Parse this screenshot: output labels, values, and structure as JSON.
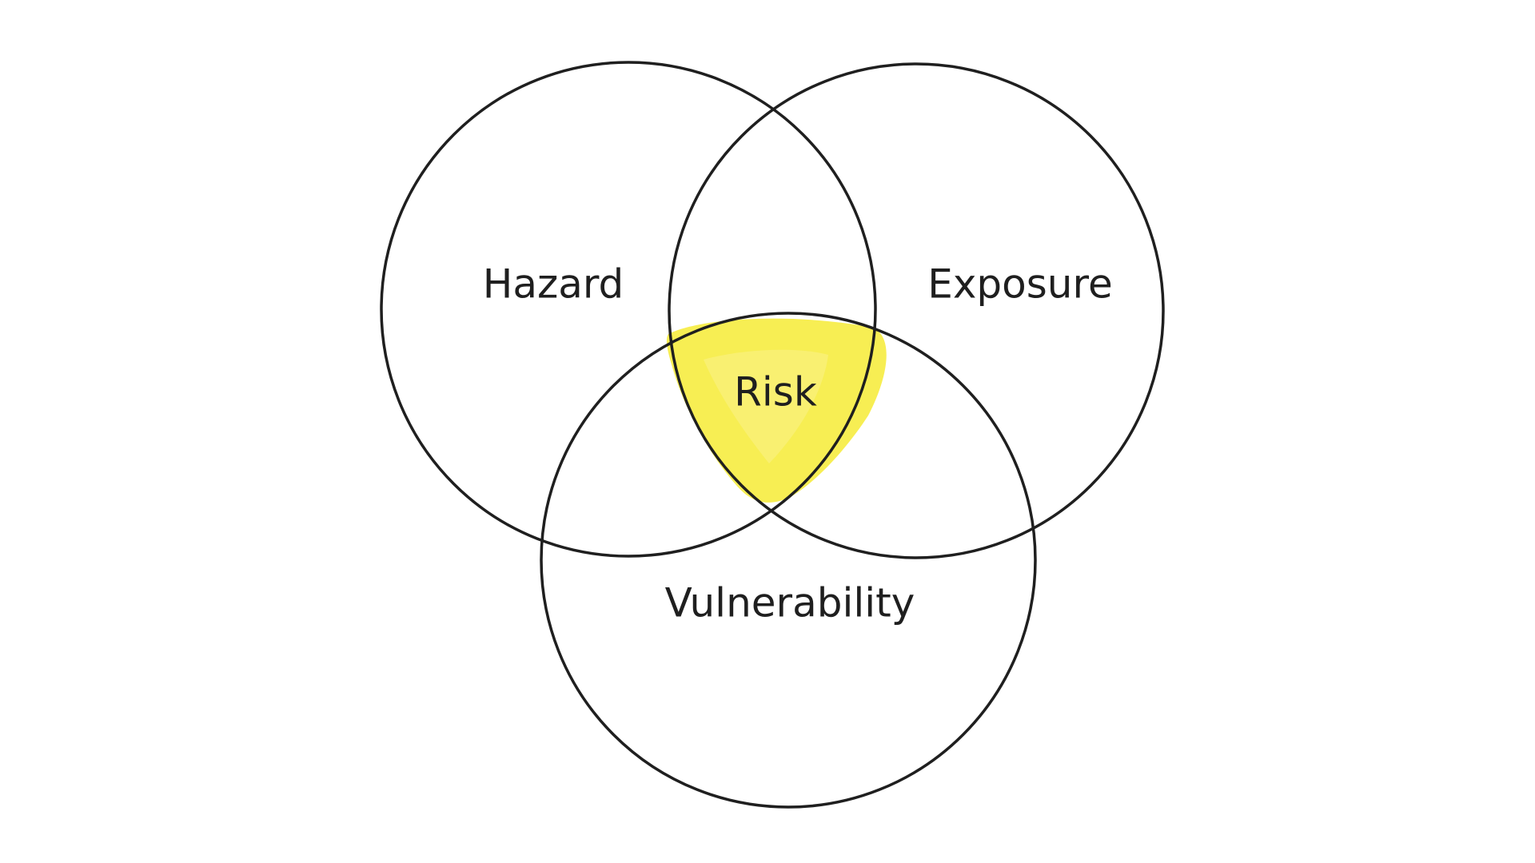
{
  "diagram": {
    "sets": [
      {
        "id": "hazard",
        "label": "Hazard"
      },
      {
        "id": "exposure",
        "label": "Exposure"
      },
      {
        "id": "vulnerability",
        "label": "Vulnerability"
      }
    ],
    "intersection": {
      "label": "Risk",
      "sets": [
        "hazard",
        "exposure",
        "vulnerability"
      ]
    },
    "colors": {
      "outline": "#1f1f1f",
      "highlight": "#f5e922",
      "highlight_inner": "#fbf28a",
      "background": "#ffffff"
    }
  }
}
